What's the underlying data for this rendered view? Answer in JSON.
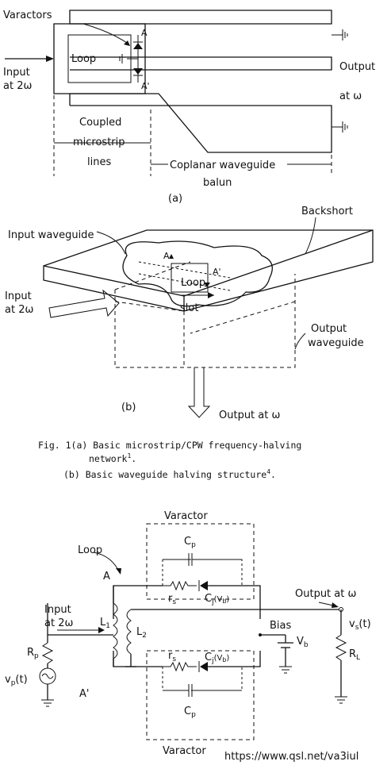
{
  "fig_a": {
    "varactors": "Varactors",
    "loop": "Loop",
    "a": "A",
    "a_prime": "A'",
    "input_1": "Input",
    "input_2": "at 2ω",
    "output_1": "Output",
    "output_2": "at ω",
    "coupled_1": "Coupled",
    "coupled_2": "microstrip",
    "coupled_3": "lines",
    "cpw_1": "Coplanar waveguide",
    "cpw_2": "balun",
    "label": "(a)"
  },
  "fig_b": {
    "backshort": "Backshort",
    "input_waveguide": "Input waveguide",
    "a": "A",
    "a_prime": "A'",
    "loop": "Loop",
    "slot": "slot",
    "input_1": "Input",
    "input_2": "at 2ω",
    "output_wg_1": "Output",
    "output_wg_2": "waveguide",
    "label": "(b)",
    "output_at": "Output at ω"
  },
  "caption": {
    "line1": "Fig. 1(a) Basic microstrip/CPW frequency-halving",
    "line2": "network",
    "line2_sup": "1",
    "line2_end": ".",
    "line3": "(b) Basic waveguide halving structure",
    "line3_sup": "4",
    "line3_end": "."
  },
  "circuit": {
    "varactor_top": "Varactor",
    "cp_top": "C",
    "cp_top_sub": "p",
    "loop": "Loop",
    "a": "A",
    "rs_top": "r",
    "rs_top_sub": "s",
    "cj_top": "C",
    "cj_top_sub": "j",
    "cj_top_arg": "(V",
    "cj_top_arg_sub": "b",
    "cj_top_arg_end": ")",
    "output_at": "Output at ω",
    "input_1": "Input",
    "input_2": "at 2ω",
    "l1": "L",
    "l1_sub": "1",
    "l2": "L",
    "l2_sub": "2",
    "bias": "Bias",
    "vb": "V",
    "vb_sub": "b",
    "vs": "v",
    "vs_sub": "s",
    "vs_end": "(t)",
    "rp": "R",
    "rp_sub": "p",
    "rl": "R",
    "rl_sub": "L",
    "vp": "v",
    "vp_sub": "p",
    "vp_end": "(t)",
    "a_prime": "A'",
    "rs_bot": "r",
    "rs_bot_sub": "s",
    "cj_bot": "C",
    "cj_bot_sub": "j",
    "cj_bot_arg": "(V",
    "cj_bot_arg_sub": "b",
    "cj_bot_arg_end": ")",
    "cp_bot": "C",
    "cp_bot_sub": "p",
    "varactor_bot": "Varactor"
  },
  "watermark": "https://www.qsl.net/va3iul"
}
